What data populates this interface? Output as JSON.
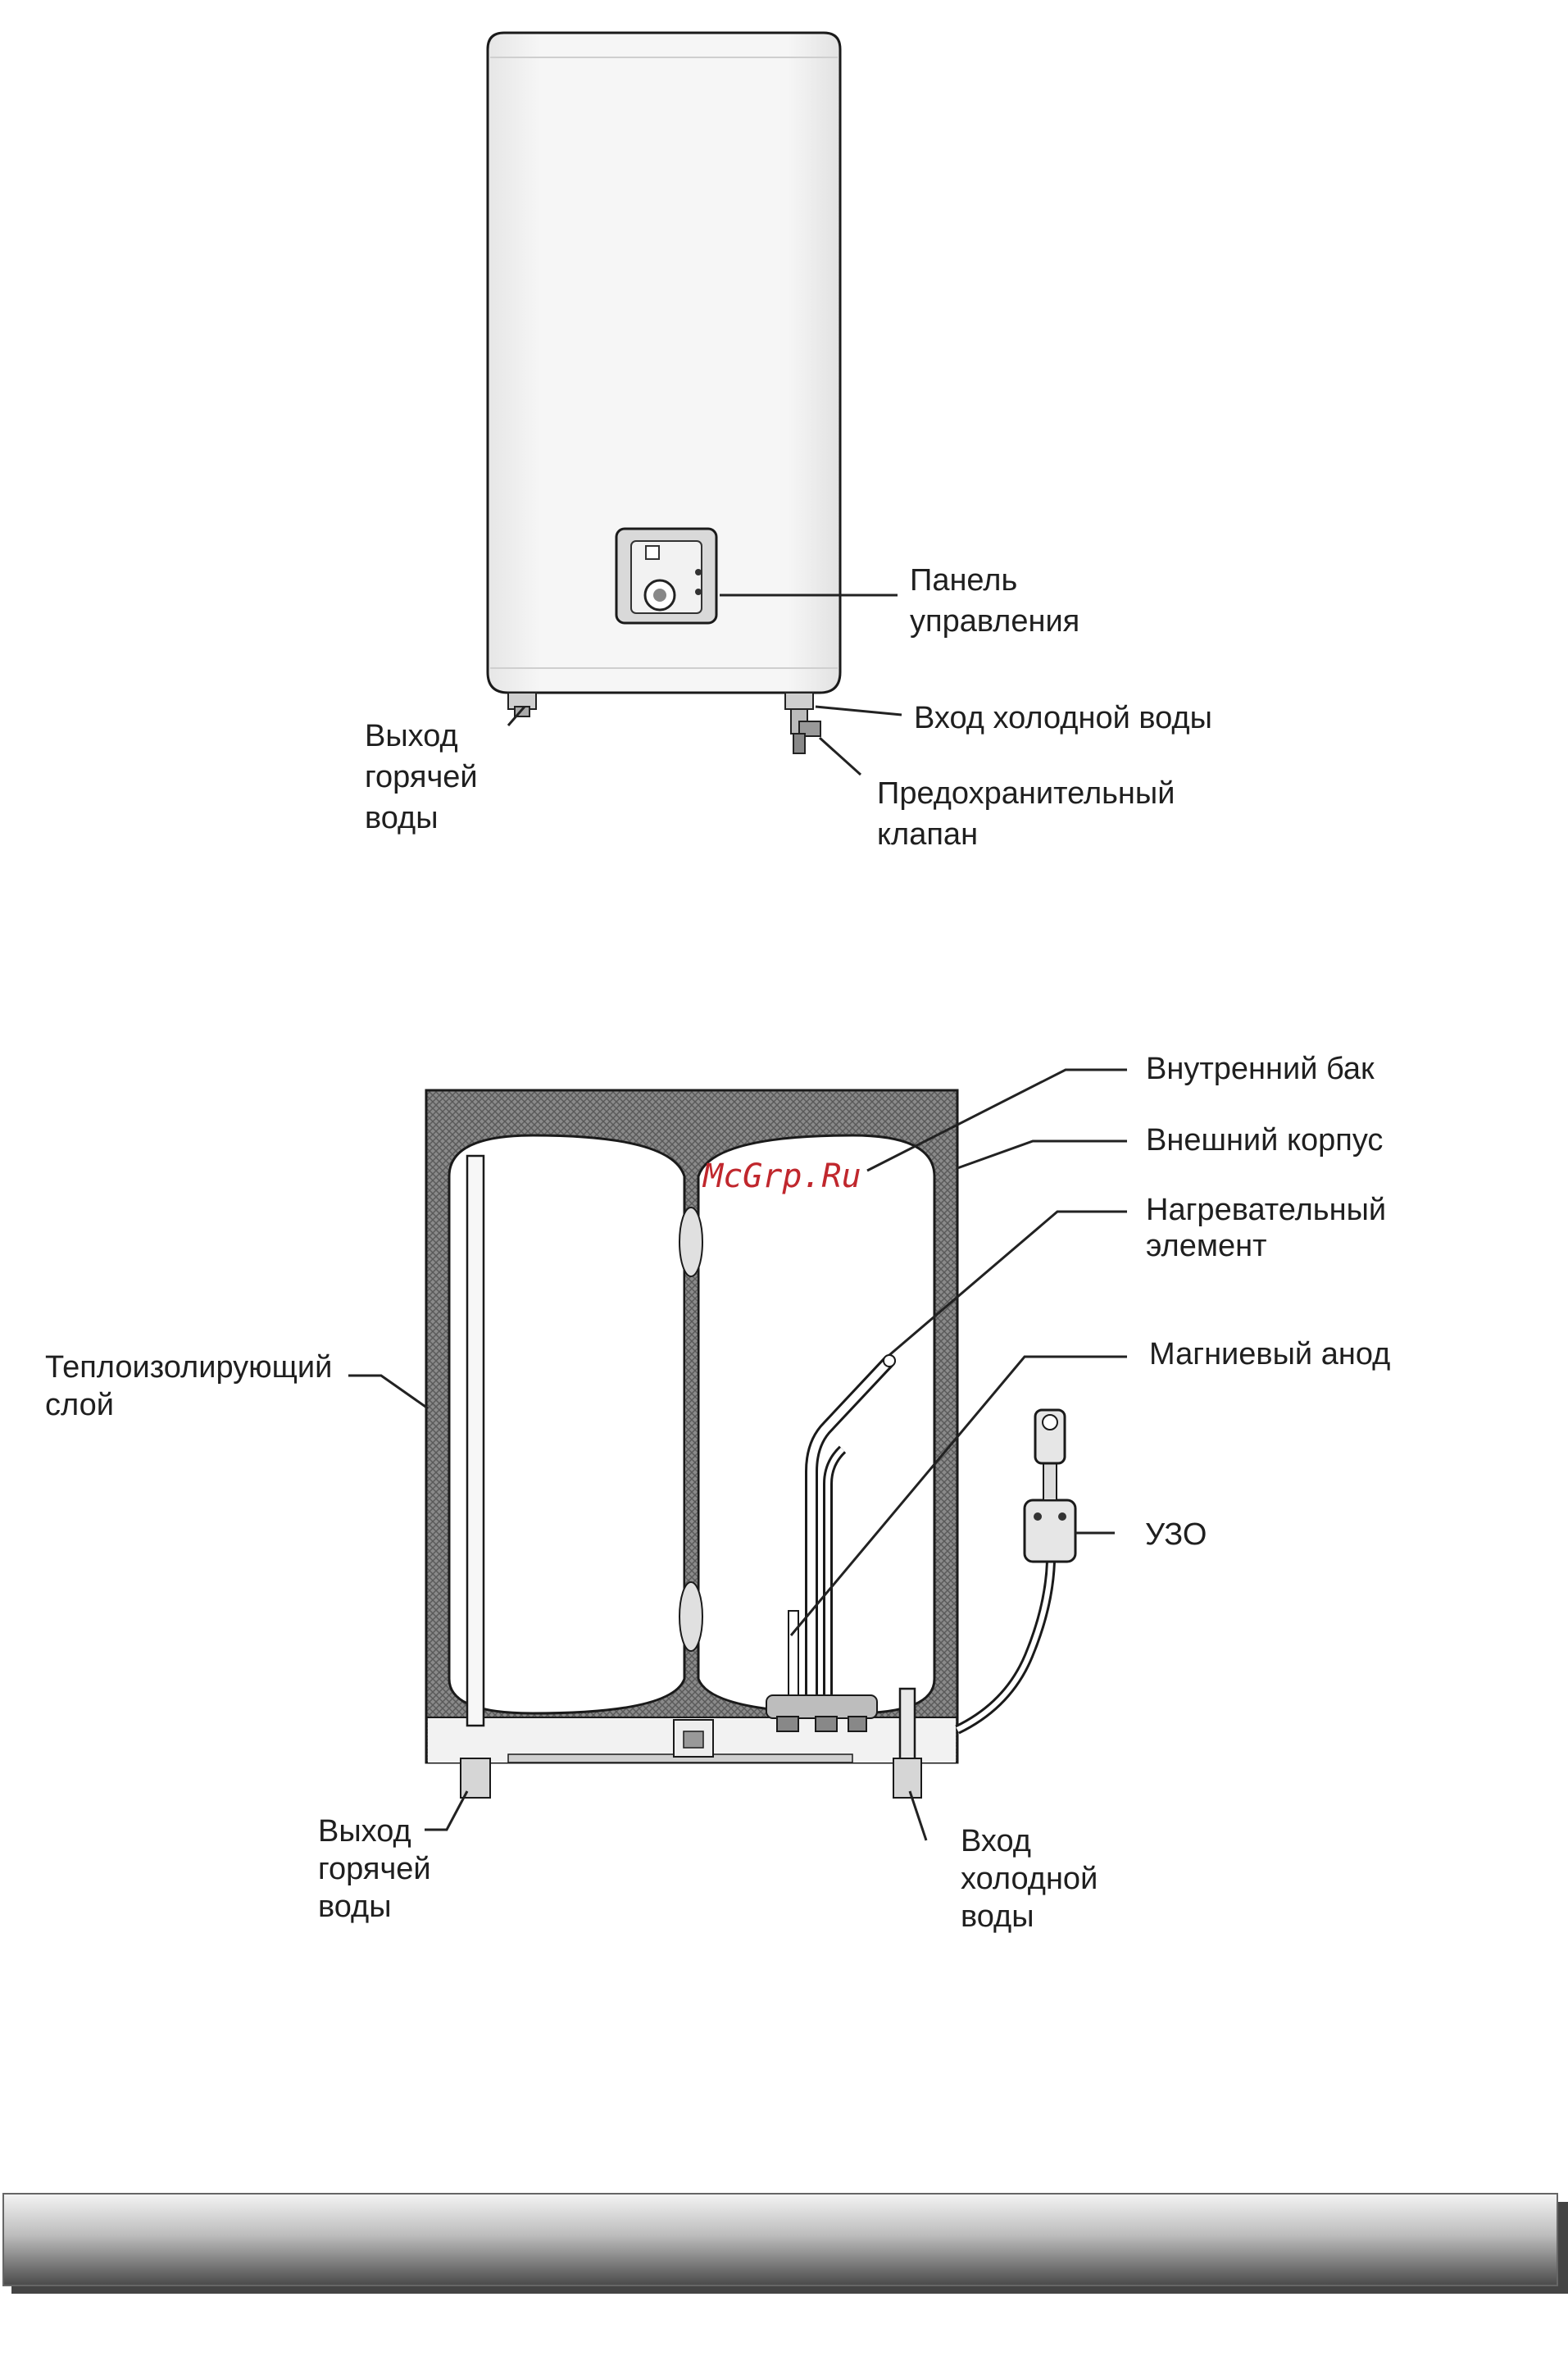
{
  "figure1": {
    "labels": {
      "control_panel": [
        "Панель",
        "управления"
      ],
      "cold_in": "Вход холодной воды",
      "hot_out": [
        "Выход",
        "горячей",
        "воды"
      ],
      "valve": [
        "Предохранительный",
        "клапан"
      ]
    }
  },
  "figure2": {
    "labels": {
      "inner_tank": "Внутренний бак",
      "outer_case": "Внешний корпус",
      "heater": [
        "Нагревательный",
        "элемент"
      ],
      "insulation": [
        "Теплоизолирующий",
        "слой"
      ],
      "anode": "Магниевый анод",
      "rcd": "УЗО",
      "hot_out": [
        "Выход",
        "горячей",
        "воды"
      ],
      "cold_in": [
        "Вход",
        "холодной",
        "воды"
      ]
    },
    "watermark": "McGrp.Ru"
  },
  "colors": {
    "outline": "#1a1a1a",
    "insulation": "#777777",
    "watermark": "#c0272d"
  }
}
